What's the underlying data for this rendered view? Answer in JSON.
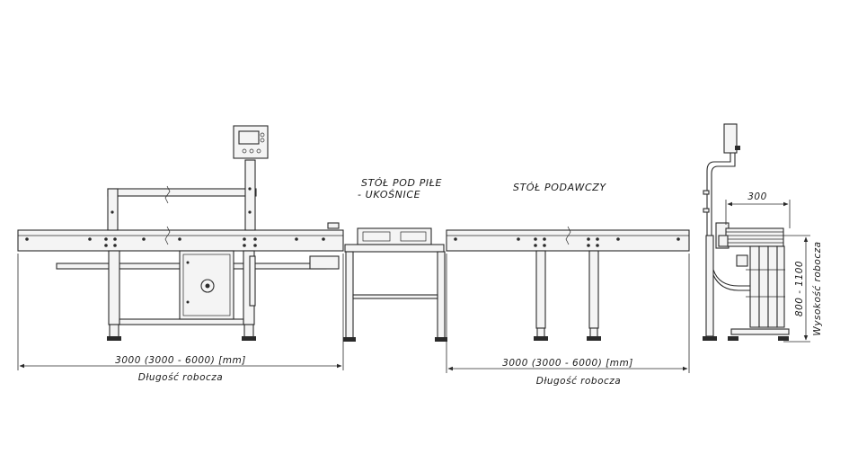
{
  "labels": {
    "saw_table_line1": "STÓŁ POD PIŁE",
    "saw_table_line2": "- UKOŚNICE",
    "feed_table": "STÓŁ PODAWCZY",
    "left_length_dim": "3000 (3000 - 6000) [mm]",
    "left_length_caption": "Długość robocza",
    "right_length_dim": "3000 (3000 - 6000) [mm]",
    "right_length_caption": "Długość robocza",
    "side_width_dim": "300",
    "height_dim": "800 - 1100",
    "height_caption": "Wysokość robocza"
  }
}
